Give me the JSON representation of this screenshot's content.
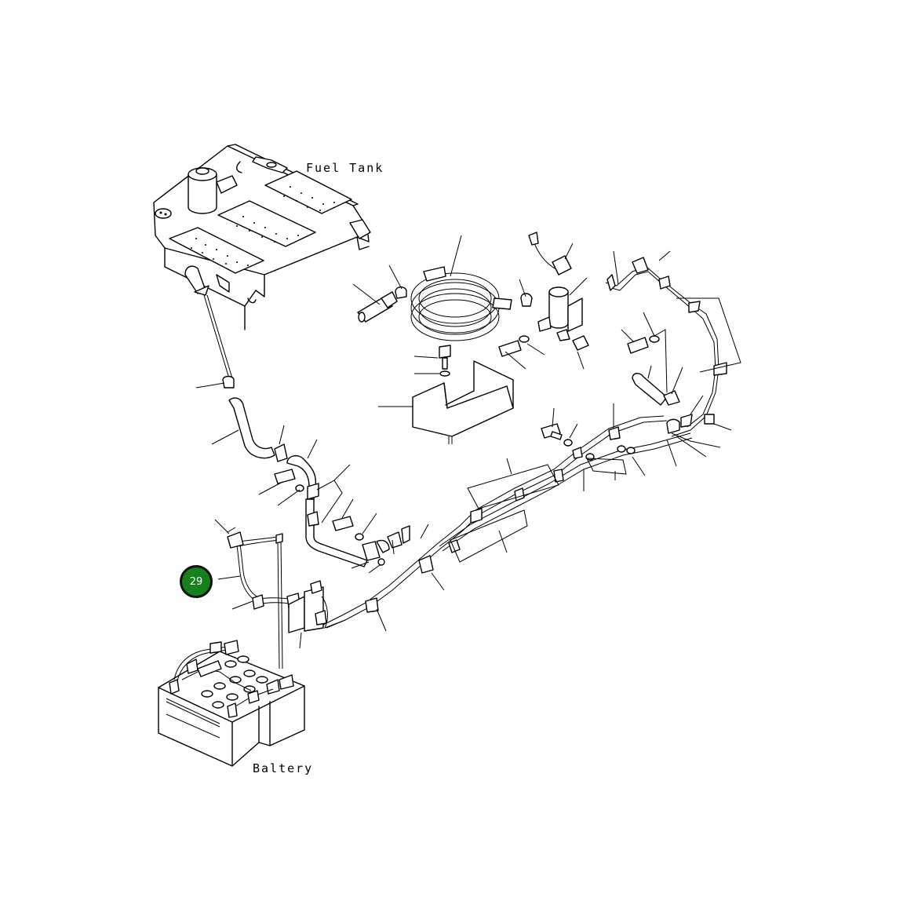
{
  "labels": {
    "fuel_tank": "Fuel Tank",
    "battery": "Baltery"
  },
  "callout": {
    "number": "29",
    "color": "#16801c"
  }
}
